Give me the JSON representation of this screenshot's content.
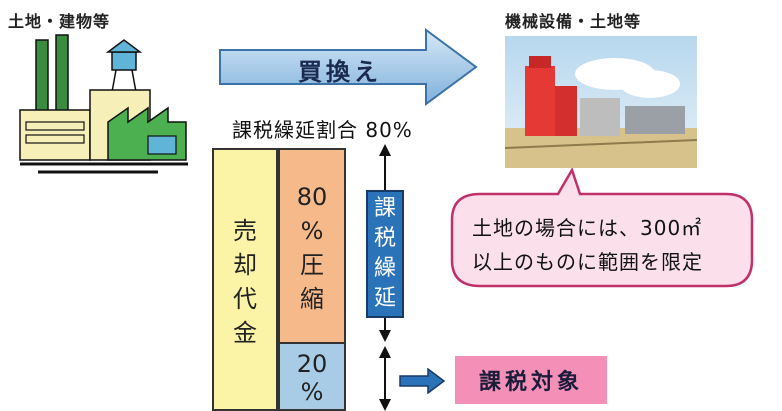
{
  "labels": {
    "land_buildings": "土地・建物等",
    "machinery_land": "機械設備・土地等"
  },
  "arrow": {
    "text": "買換え"
  },
  "deferral_rate": "課税繰延割合 80%",
  "bar": {
    "sale_proceeds": [
      "売",
      "却",
      "代",
      "金"
    ],
    "compressed": [
      "80",
      "%",
      "圧",
      "縮"
    ],
    "remaining": [
      "20",
      "%"
    ]
  },
  "deferral_label": [
    "課",
    "税",
    "繰",
    "延"
  ],
  "target_label": "課税対象",
  "callout": {
    "line1": "土地の場合には、300㎡",
    "line2": "以上のものに範囲を限定"
  },
  "colors": {
    "arrow_fill": "#9cc3e6",
    "sale_bar": "#fbf3a6",
    "compressed_bar": "#f6b98a",
    "remaining_bar": "#a8cbe6",
    "deferral_box": "#2b73b8",
    "target_box": "#f48fb8",
    "callout_fill": "#fbe0ec",
    "callout_border": "#c0306a"
  }
}
